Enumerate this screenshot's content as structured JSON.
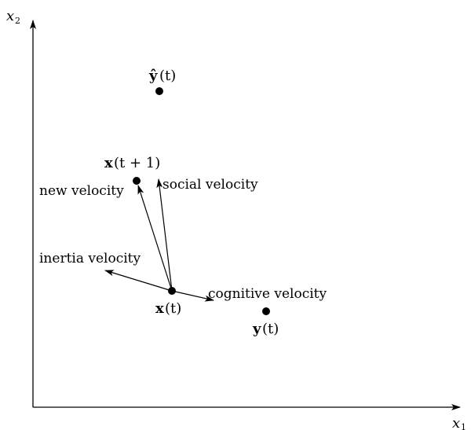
{
  "axes": {
    "x_label": "x",
    "x_sub": "1",
    "y_label": "x",
    "y_sub": "2"
  },
  "points": {
    "global_best": {
      "sym": "ŷ",
      "arg": "(t)"
    },
    "next_position": {
      "sym": "x",
      "arg": "(t + 1)"
    },
    "current_position": {
      "sym": "x",
      "arg": "(t)"
    },
    "personal_best": {
      "sym": "y",
      "arg": "(t)"
    }
  },
  "vectors": {
    "new_velocity": "new velocity",
    "social_velocity": "social velocity",
    "inertia_velocity": "inertia velocity",
    "cognitive_velocity": "cognitive velocity"
  }
}
